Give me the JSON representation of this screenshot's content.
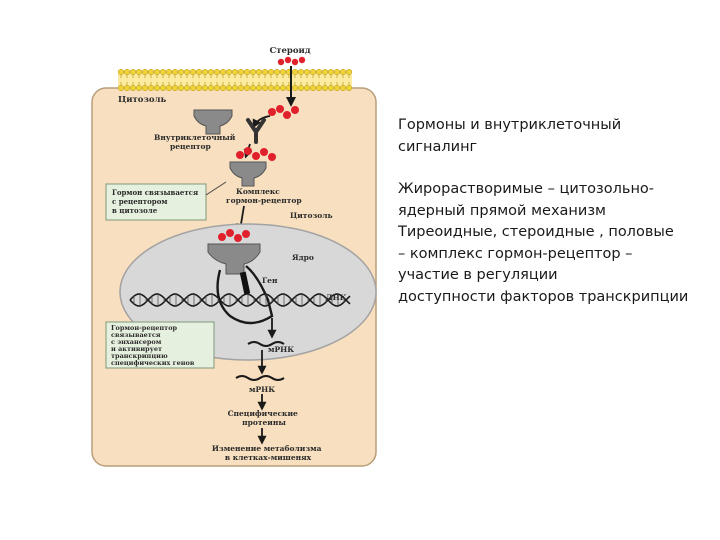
{
  "slide": {
    "title_lines": [
      "Гормоны и внутриклеточный",
      "сигналинг"
    ],
    "body_lines": [
      "Жирорастворимые – цитозольно-",
      "ядерный прямой механизм",
      "Тиреоидные, стероидные , половые",
      "– комплекс  гормон-рецептор –",
      "участие в регуляции",
      "доступности факторов транскрипции"
    ]
  },
  "diagram": {
    "labels": {
      "steroid": "Стероид",
      "cytosol": "Цитозоль",
      "intracellular_receptor_1": "Внутриклеточный",
      "intracellular_receptor_2": "рецептор",
      "complex_1": "Комплекс",
      "complex_2": "гормон-рецептор",
      "box1_1": "Гормон связывается",
      "box1_2": "с рецептором",
      "box1_3": "в цитозоле",
      "cytosol2": "Цитозоль",
      "nucleus": "Ядро",
      "gene": "Ген",
      "dna": "ДНК",
      "mrna_nucleus": "мРНК",
      "box2_1": "Гормон-рецептор",
      "box2_2": "связывается",
      "box2_3": "с энхансером",
      "box2_4": "и активирует",
      "box2_5": "транскрипцию",
      "box2_6": "специфических генов",
      "mrna_cytosol": "мРНК",
      "proteins_1": "Специфические",
      "proteins_2": "протеины",
      "metabolism_1": "Изменение метаболизма",
      "metabolism_2": "в клетках-мишенях"
    },
    "colors": {
      "cell": "#f7dfbf",
      "nucleus": "#d8d8d8",
      "membrane": "#f0d23a",
      "hormone": "#e0202a",
      "receptor": "#8a8a8a",
      "arrow": "#1a1a1a",
      "note_box": "#e6f0df"
    },
    "icons": [
      "steroid-hormone-icon",
      "receptor-icon",
      "dna-helix-icon"
    ]
  }
}
